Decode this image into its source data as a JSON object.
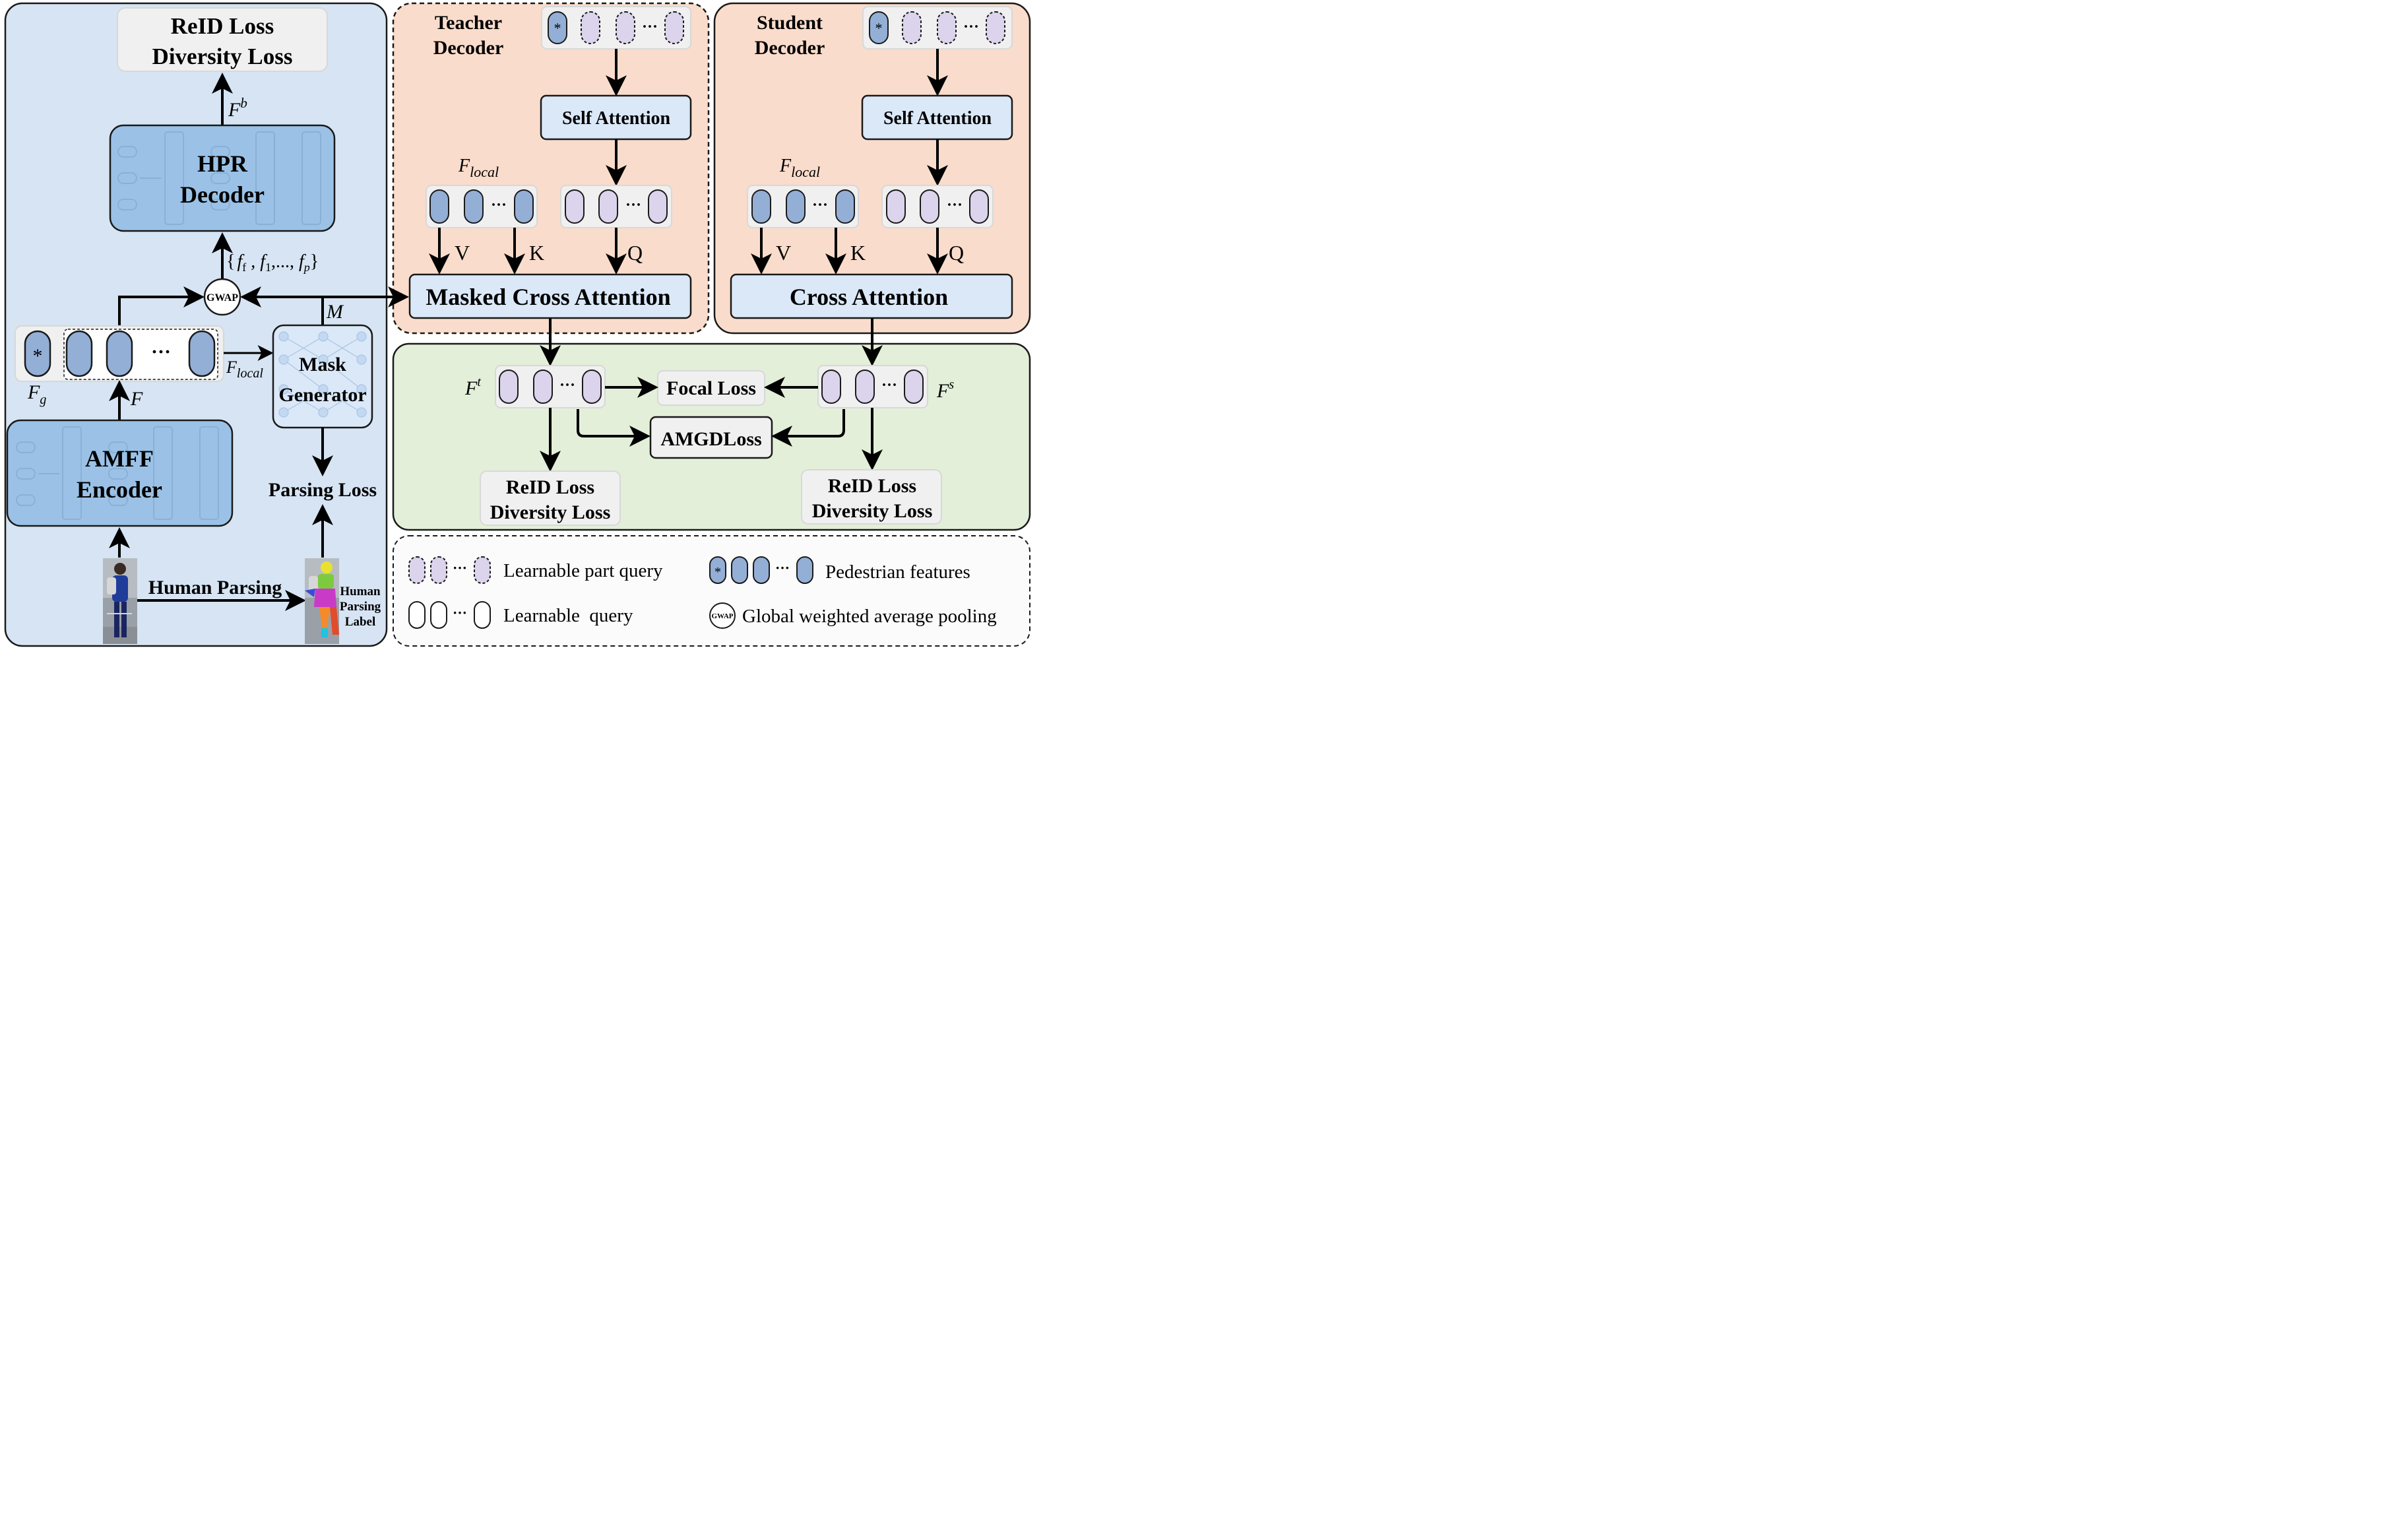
{
  "encoder_panel": {
    "top_loss_line1": "ReID Loss",
    "top_loss_line2": "Diversity Loss",
    "hpr_line1": "HPR",
    "hpr_line2": "Decoder",
    "fb_base": "F",
    "fb_sup": "b",
    "set_label": "{ f_f , f_1,..., f_p}",
    "gwap_label": "GWAP",
    "mask_label": "M",
    "fg_base": "F",
    "fg_sub": "g",
    "f_label": "F",
    "flocal_base": "F",
    "flocal_sub": "local",
    "mask_gen_line1": "Mask",
    "mask_gen_line2": "Generator",
    "parsing_loss": "Parsing Loss",
    "amff_line1": "AMFF",
    "amff_line2": "Encoder",
    "human_parsing": "Human Parsing",
    "hp_label_line1": "Human",
    "hp_label_line2": "Parsing",
    "hp_label_line3": "Label",
    "star": "*",
    "dots": "···"
  },
  "teacher": {
    "title_line1": "Teacher",
    "title_line2": "Decoder",
    "self_attention": "Self Attention",
    "flocal_base": "F",
    "flocal_sub": "local",
    "v": "V",
    "k": "K",
    "q": "Q",
    "cross_attention": "Masked Cross Attention"
  },
  "student": {
    "title_line1": "Student",
    "title_line2": "Decoder",
    "self_attention": "Self Attention",
    "flocal_base": "F",
    "flocal_sub": "local",
    "v": "V",
    "k": "K",
    "q": "Q",
    "cross_attention": "Cross Attention"
  },
  "distill": {
    "ft_base": "F",
    "ft_sup": "t",
    "fs_base": "F",
    "fs_sup": "s",
    "focal_loss": "Focal Loss",
    "amgd_loss": "AMGDLoss",
    "t_loss_line1": "ReID Loss",
    "t_loss_line2": "Diversity Loss",
    "s_loss_line1": "ReID Loss",
    "s_loss_line2": "Diversity Loss"
  },
  "legend": {
    "part_query": "Learnable part query",
    "pedestrian": "Pedestrian features",
    "learnable_query": "Learnable  query",
    "gwap_desc": "Global weighted average pooling",
    "gwap_icon": "GWAP"
  },
  "colors": {
    "encoder_panel_bg": "#d6e4f3",
    "decoder_panel_bg": "#f9dccb",
    "distill_panel_bg": "#e3efd9",
    "block_blue": "#9bc2e6",
    "attn_box": "#dbe8f8",
    "pedestrian_token": "#94afd6",
    "part_token": "#dcd3ec",
    "loss_box": "#f0f0f0"
  }
}
